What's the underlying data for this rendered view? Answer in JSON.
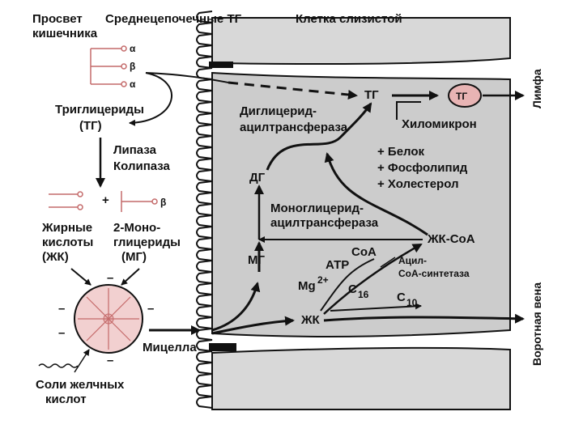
{
  "headers": {
    "lumen": [
      "Просвет",
      "кишечника"
    ],
    "mtg": "Среднецепочечные ТГ",
    "cell": "Клетка слизистой"
  },
  "tg_structure": {
    "alpha1": "α",
    "beta": "β",
    "alpha2": "α"
  },
  "triglycerides": [
    "Триглицериды",
    "(ТГ)"
  ],
  "lipase": [
    "Липаза",
    "Колипаза"
  ],
  "products": {
    "plus": "+",
    "beta": "β",
    "fatty_acids": [
      "Жирные",
      "кислоты",
      "(ЖК)"
    ],
    "monoglycerides": [
      "2-Моно-",
      "глицериды",
      "(МГ)"
    ]
  },
  "micelle": {
    "label": "Мицелла",
    "minus": "–"
  },
  "bile_salts": [
    "Соли желчных",
    "кислот"
  ],
  "cell_labels": {
    "dgat": [
      "Диглицерид-",
      "ацилтрансфераза"
    ],
    "tg": "ТГ",
    "tg_circle": "ТГ",
    "chylomicron": "Хиломикрон",
    "additions": [
      "+ Белок",
      "+ Фосфолипид",
      "+ Холестерол"
    ],
    "dg": "ДГ",
    "mgat": [
      "Моноглицерид-",
      "ацилтрансфераза"
    ],
    "mg": "МГ",
    "fa_coa": "ЖК-СоА",
    "coa": "СоА",
    "atp": "АТР",
    "mg2": "Mg",
    "mg2_sup": "2+",
    "acyl_synthetase": [
      "Ацил-",
      "СоА-синтетаза"
    ],
    "c16": "C",
    "c16_sub": "16",
    "c10": "C",
    "c10_sub": "10",
    "fa": "ЖК"
  },
  "outputs": {
    "lymph": "Лимфа",
    "portal_vein": "Воротная вена"
  },
  "colors": {
    "cell_fill": "#cccccc",
    "line": "#111111",
    "tg_circle": "#e8b4b4"
  }
}
